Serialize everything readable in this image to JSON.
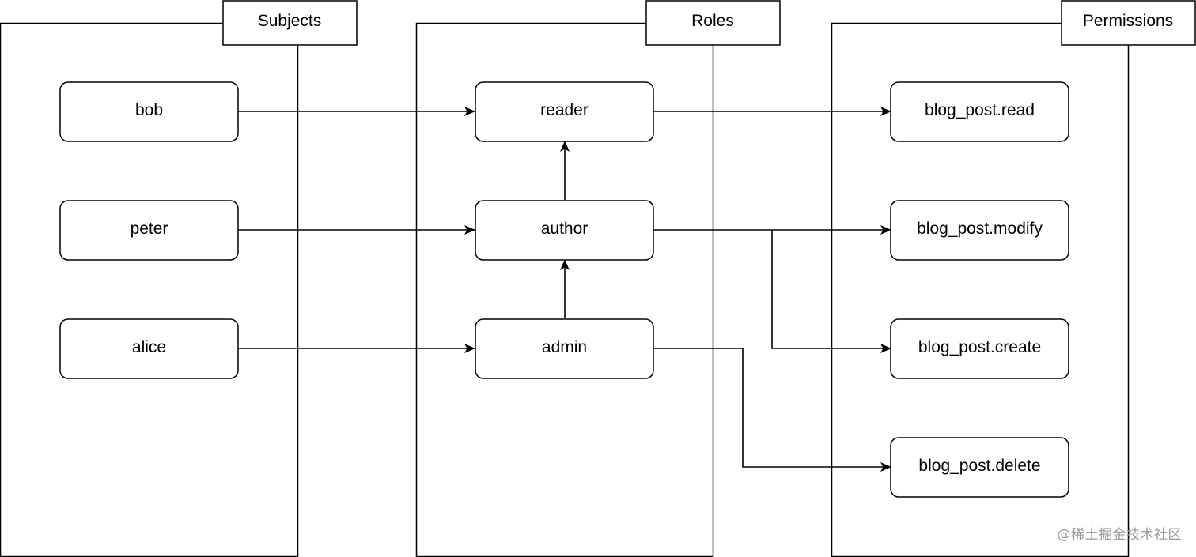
{
  "colors": {
    "stroke": "#000000",
    "fill": "#ffffff",
    "text": "#000000",
    "watermark": "#9a9a9a"
  },
  "columns": {
    "subjects": "Subjects",
    "roles": "Roles",
    "permissions": "Permissions"
  },
  "subjects": [
    "bob",
    "peter",
    "alice"
  ],
  "roles": [
    "reader",
    "author",
    "admin"
  ],
  "permissions": [
    "blog_post.read",
    "blog_post.modify",
    "blog_post.create",
    "blog_post.delete"
  ],
  "edges": [
    {
      "from": "bob",
      "to": "reader"
    },
    {
      "from": "peter",
      "to": "author"
    },
    {
      "from": "alice",
      "to": "admin"
    },
    {
      "from": "author",
      "to": "reader"
    },
    {
      "from": "admin",
      "to": "author"
    },
    {
      "from": "reader",
      "to": "blog_post.read"
    },
    {
      "from": "author",
      "to": "blog_post.modify"
    },
    {
      "from": "author",
      "to": "blog_post.create"
    },
    {
      "from": "admin",
      "to": "blog_post.delete"
    }
  ],
  "watermark": "@稀土掘金技术社区"
}
